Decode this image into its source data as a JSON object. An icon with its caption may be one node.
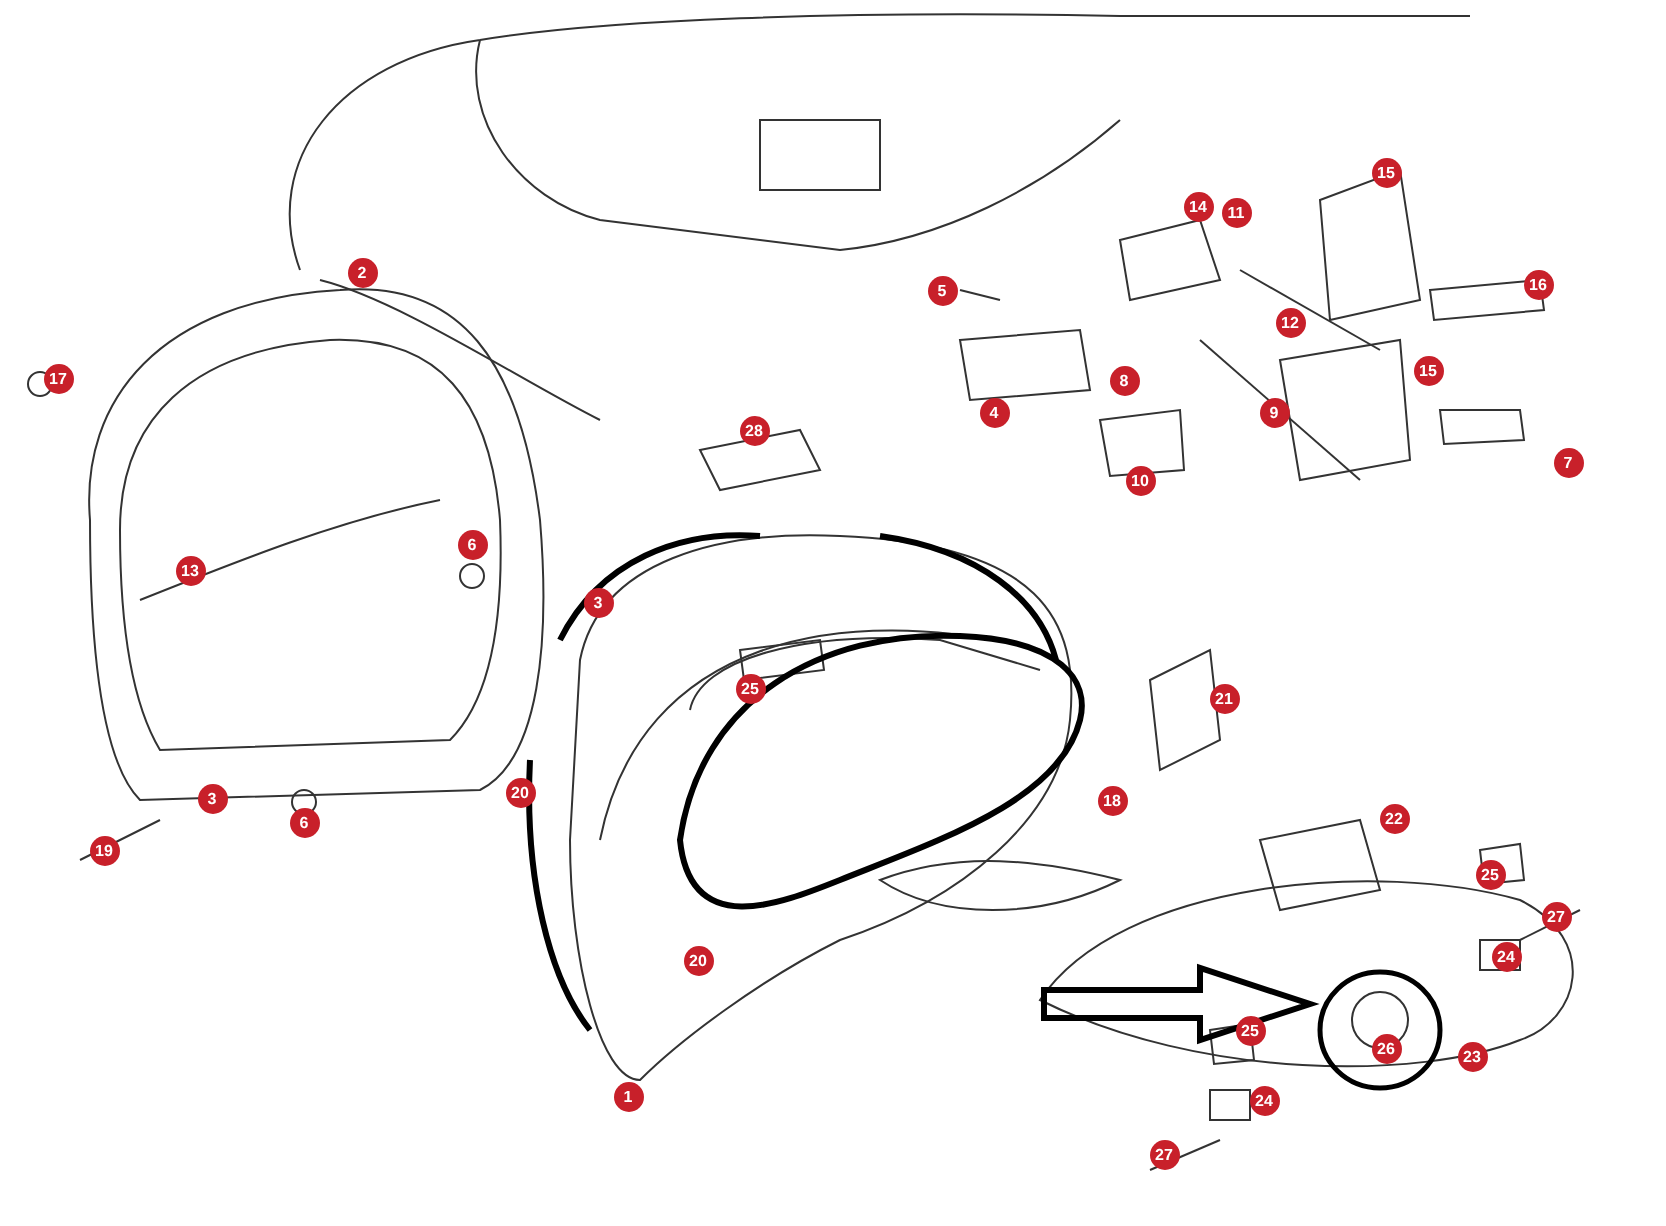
{
  "diagram": {
    "labels": [
      "14",
      "11",
      "15",
      "2",
      "5",
      "16",
      "12",
      "17",
      "8",
      "15",
      "4",
      "9",
      "28",
      "7",
      "10",
      "6",
      "13",
      "3",
      "25",
      "21",
      "3",
      "20",
      "18",
      "6",
      "22",
      "19",
      "25",
      "27",
      "20",
      "24",
      "25",
      "26",
      "23",
      "1",
      "24",
      "27"
    ]
  }
}
